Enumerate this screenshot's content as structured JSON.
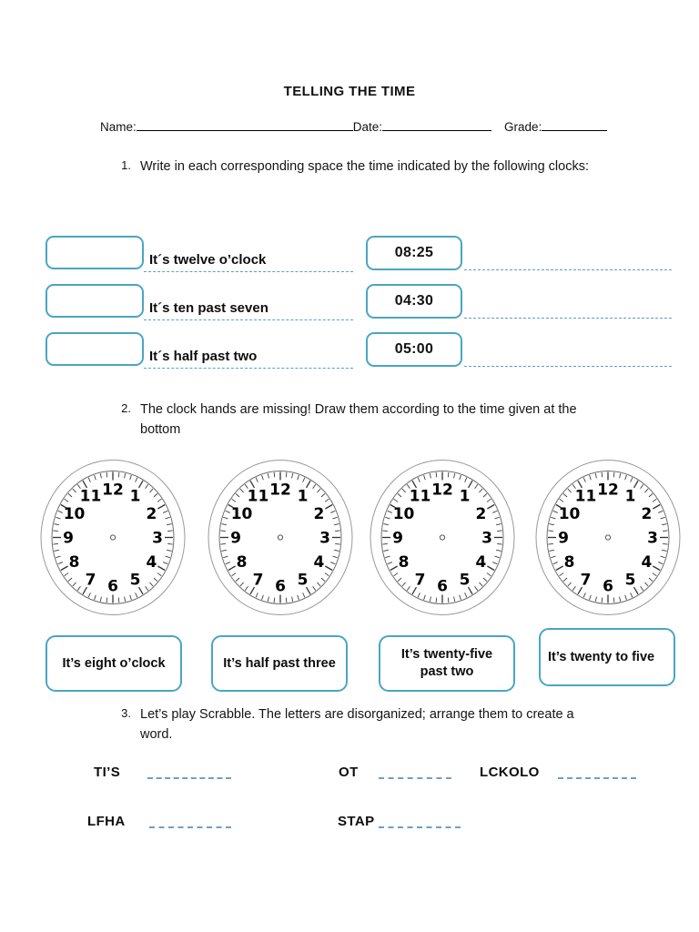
{
  "worksheet": {
    "title": "TELLING THE TIME",
    "header": {
      "name_label": "Name:",
      "date_label": "Date:",
      "grade_label": "Grade:"
    }
  },
  "exercise1": {
    "number": "1.",
    "instruction": "Write in each corresponding space the time indicated by the following clocks:",
    "rows": [
      {
        "answer_box_value": "",
        "phrase": "It´s twelve o’clock",
        "digital_time": "08:25"
      },
      {
        "answer_box_value": "",
        "phrase": "It´s ten past seven",
        "digital_time": "04:30"
      },
      {
        "answer_box_value": "",
        "phrase": "It´s half past two",
        "digital_time": "05:00"
      }
    ]
  },
  "exercise2": {
    "number": "2.",
    "instruction": "The clock hands are missing! Draw them according to the time given at the bottom",
    "clock_numerals": [
      "12",
      "1",
      "2",
      "3",
      "4",
      "5",
      "6",
      "7",
      "8",
      "9",
      "10",
      "11"
    ],
    "clocks": [
      {
        "label": "It’s eight o’clock",
        "align": "center"
      },
      {
        "label": "It’s half past three",
        "align": "center"
      },
      {
        "label": "It’s twenty-five past two",
        "align": "center"
      },
      {
        "label": "It’s twenty to five",
        "align": "left"
      }
    ]
  },
  "exercise3": {
    "number": "3.",
    "instruction": "Let’s play Scrabble. The letters are disorganized; arrange them to create a word.",
    "items": [
      {
        "scrambled": "TI’S",
        "answer": ""
      },
      {
        "scrambled": "OT",
        "answer": ""
      },
      {
        "scrambled": "LCKOLO",
        "answer": ""
      },
      {
        "scrambled": "LFHA",
        "answer": ""
      },
      {
        "scrambled": "STAP",
        "answer": ""
      }
    ]
  },
  "colors": {
    "accent_blue": "#4aa5c4",
    "dash_blue": "#5d9fc4",
    "text_black": "#111111",
    "page_background": "#ffffff"
  }
}
